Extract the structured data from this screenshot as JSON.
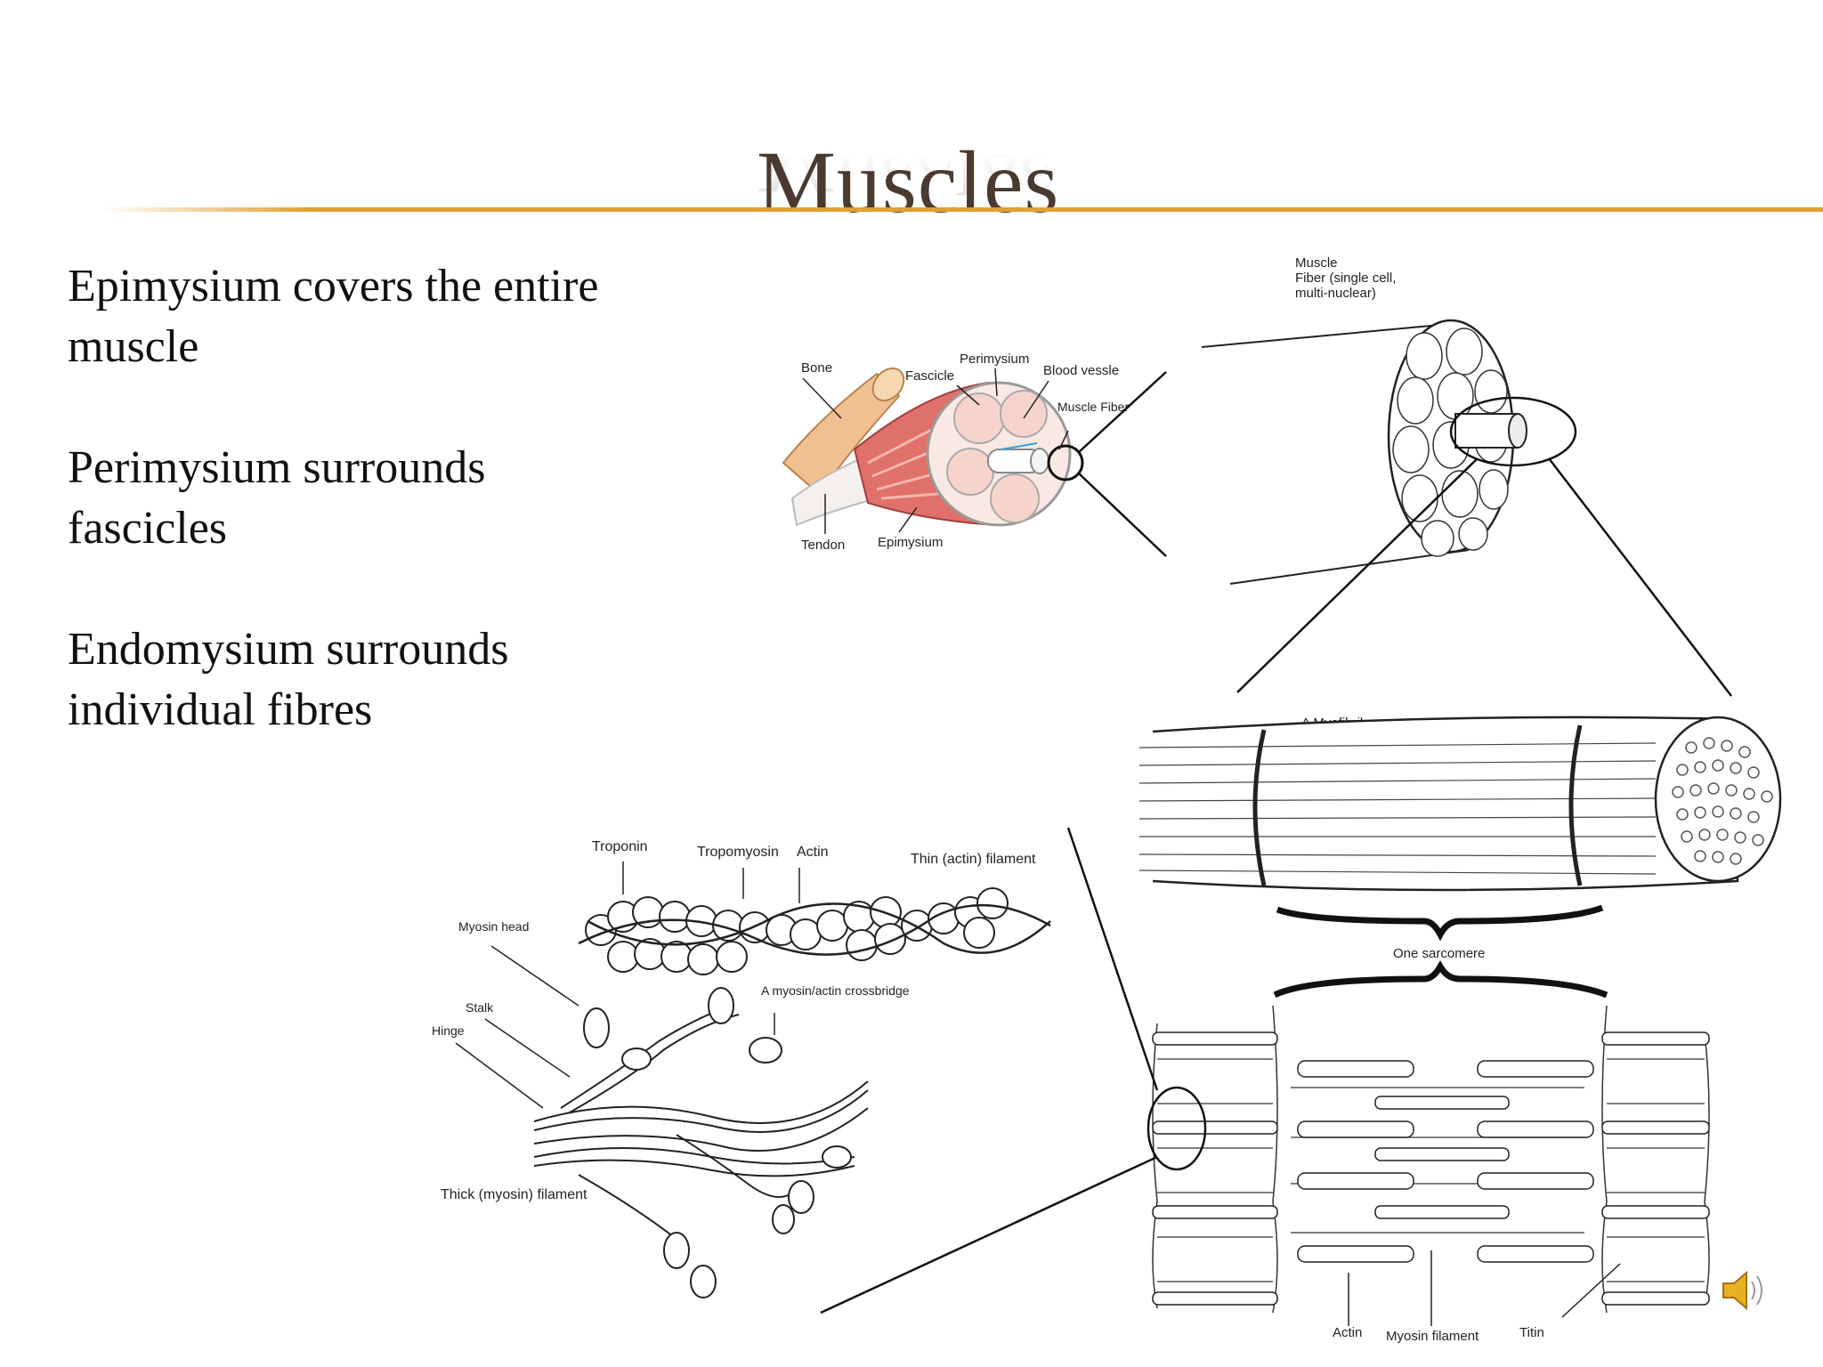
{
  "slide": {
    "title": "Muscles",
    "bullets": [
      "Epimysium covers the entire muscle",
      "Perimysium surrounds fascicles",
      "Endomysium surrounds individual fibres"
    ]
  },
  "diagram": {
    "muscle_labels": {
      "bone": "Bone",
      "fascicle": "Fascicle",
      "perimysium": "Perimysium",
      "blood_vessel": "Blood vessle",
      "muscle_fiber": "Muscle Fiber",
      "tendon": "Tendon",
      "epimysium": "Epimysium"
    },
    "fiber_label": [
      "Muscle",
      "Fiber (single cell,",
      "multi-nuclear)"
    ],
    "myofibril_label": "A Myofibril",
    "sarcomere_label": "One sarcomere",
    "sarcomere_bottom": {
      "actin": "Actin",
      "myosin_filament": "Myosin filament",
      "titin": "Titin"
    },
    "filament_labels": {
      "troponin": "Troponin",
      "tropomyosin": "Tropomyosin",
      "actin": "Actin",
      "thin_filament": "Thin (actin) filament",
      "myosin_head": "Myosin head",
      "stalk": "Stalk",
      "hinge": "Hinge",
      "crossbridge": "A myosin/actin crossbridge",
      "thick_filament": "Thick (myosin) filament"
    },
    "colors": {
      "title": "#4a3a30",
      "rule": "#e2a032",
      "muscle": "#e0706a",
      "bone": "#f0c090",
      "speaker": "#e8b020"
    }
  }
}
